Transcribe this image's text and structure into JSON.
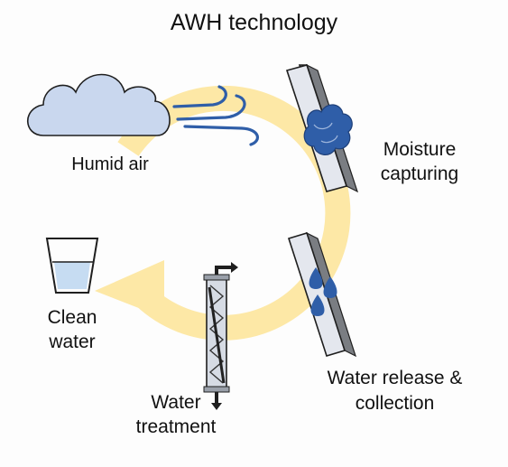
{
  "title": "AWH technology",
  "steps": {
    "humid_air": "Humid air",
    "moisture_capturing": [
      "Moisture",
      "capturing"
    ],
    "water_release": [
      "Water release &",
      "collection"
    ],
    "water_treatment": [
      "Water",
      "treatment"
    ],
    "clean_water": [
      "Clean",
      "water"
    ]
  },
  "colors": {
    "cycle_arrow": "#fde8a6",
    "cloud_fill": "#c9d7ee",
    "outline": "#1f1f1f",
    "water_blue": "#2f5ea8",
    "wind_blue": "#2f5ea8",
    "glass_water": "#c6dcf2",
    "panel_front": "#e4e7ee",
    "panel_side": "#7a7d82"
  },
  "icons": {
    "cloud": "cloud-icon",
    "wind": "wind-icon",
    "capture_panel": "moisture-panel-icon",
    "release_panel": "water-drops-panel-icon",
    "filter": "filter-column-icon",
    "glass": "water-glass-icon"
  }
}
